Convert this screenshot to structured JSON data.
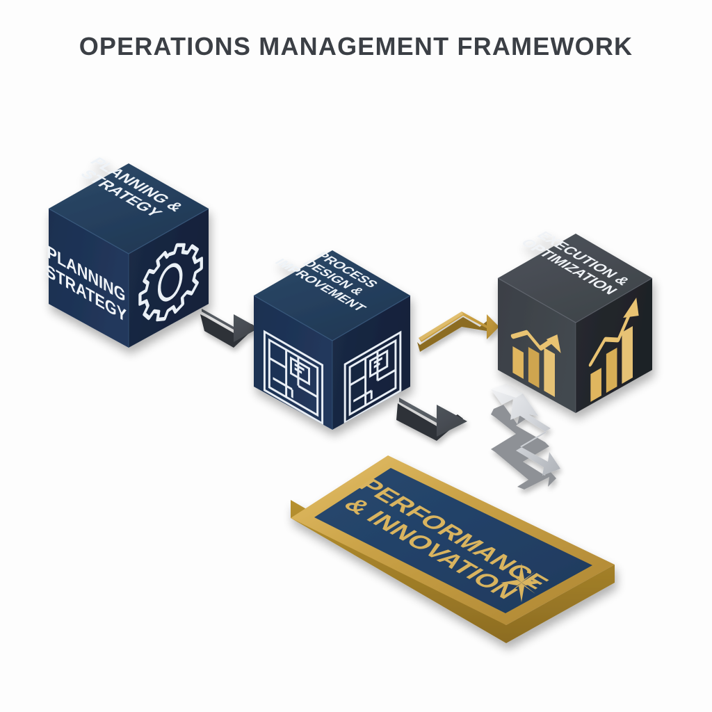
{
  "page": {
    "title": "OPERATIONS MANAGEMENT FRAMEWORK",
    "background_color": "#fdfdfd",
    "title_color": "#3b3f45"
  },
  "palette": {
    "navy_top": "#27425f",
    "navy_left": "#1e3356",
    "navy_right": "#18273f",
    "dark_top": "#474c53",
    "dark_left": "#3a3f45",
    "dark_right": "#23262b",
    "gold": "#c9a146",
    "gold_light": "#e3b659",
    "gold_dark": "#9a7a2e",
    "slab_navy": "#23426a",
    "silver": "#d8dade",
    "silver_dark": "#8e9196",
    "charcoal_arrow": "#4a5056",
    "charcoal_arrow_dark": "#2f3338",
    "icon_white": "#f2f5f8"
  },
  "nodes": [
    {
      "id": "planning-strategy",
      "kind": "cube",
      "color_theme": "navy",
      "top_label_lines": [
        "PLANNING &",
        "STRATEGY"
      ],
      "left_label_lines": [
        "PLANNING",
        "STRATEGY"
      ],
      "icon": "gear-icon",
      "icon_face": "right"
    },
    {
      "id": "process-design-improvement",
      "kind": "cube",
      "color_theme": "navy",
      "top_label_lines": [
        "PROCESS",
        "DESIGN &",
        "IMPROVEMENT"
      ],
      "left_label_lines": [],
      "icon": "blueprint-icon",
      "icon_face": "both"
    },
    {
      "id": "execution-optimization",
      "kind": "cube",
      "color_theme": "charcoal",
      "top_label_lines": [
        "EXECUTION &",
        "OPTIMIZATION"
      ],
      "left_label_lines": [],
      "icon": "growth-chart-icon",
      "icon_face": "both"
    },
    {
      "id": "performance-innovation",
      "kind": "slab",
      "color_theme": "gold-framed-navy",
      "top_label_lines": [
        "PERFORMANCE",
        "& INNOVATION"
      ],
      "icon": "starburst-icon",
      "icon_face": "top"
    }
  ],
  "connectors": [
    {
      "id": "planning-to-process",
      "style": "charcoal",
      "direction": "down-right",
      "heads": 1
    },
    {
      "id": "process-to-execution",
      "style": "gold",
      "direction": "up-right",
      "heads": 1
    },
    {
      "id": "process-to-performance",
      "style": "charcoal",
      "direction": "down-right",
      "heads": 1
    },
    {
      "id": "execution-performance-loop",
      "style": "silver",
      "direction": "zigzag-bidirectional",
      "heads": 2
    }
  ]
}
